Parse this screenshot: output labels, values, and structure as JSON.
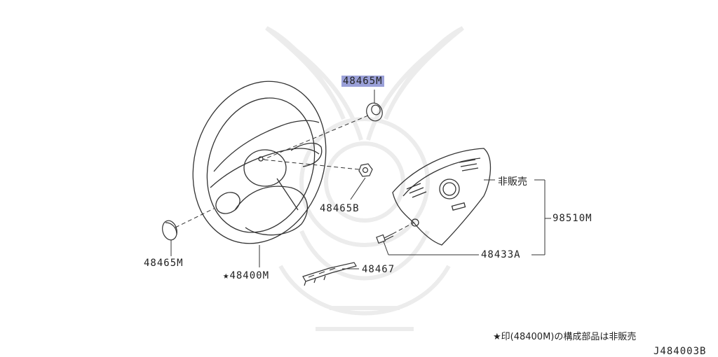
{
  "diagram": {
    "parts": {
      "p48465M_top": "48465M",
      "p48465B": "48465B",
      "p48465M_left": "48465M",
      "p48400M": "48400M",
      "p48467": "48467",
      "p48433A": "48433A",
      "p98510M": "98510M",
      "not_for_sale": "非販売"
    },
    "star": "★",
    "footnote": "★印(48400M)の構成部品は非販売",
    "reference_code": "J484003B"
  },
  "colors": {
    "line": "#333333",
    "highlight": "#9aa0d8",
    "watermark": "#ececec"
  }
}
